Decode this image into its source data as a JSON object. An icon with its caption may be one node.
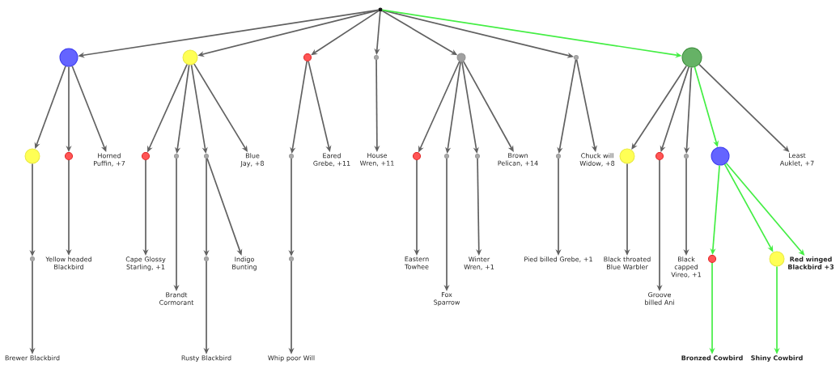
{
  "diagram": {
    "nodes": [
      {
        "text": [],
        "shape": "circle"
      },
      {
        "text": [],
        "shape": "circle"
      },
      {
        "text": [],
        "shape": "circle"
      },
      {
        "text": [],
        "shape": "circle"
      },
      {
        "text": [],
        "shape": "circle"
      },
      {
        "text": [],
        "shape": "circle"
      },
      {
        "text": [],
        "shape": "circle"
      },
      {
        "text": [],
        "shape": "circle"
      },
      {
        "text": [],
        "shape": "circle"
      },
      {
        "text": [],
        "shape": "circle"
      },
      {
        "text": [
          "Horned Puffin, +7"
        ]
      },
      {
        "text": [],
        "shape": "circle"
      },
      {
        "text": [],
        "shape": "circle"
      },
      {
        "text": [],
        "shape": "circle"
      },
      {
        "text": [
          "Blue Jay, +8"
        ]
      },
      {
        "text": [],
        "shape": "circle"
      },
      {
        "text": [
          "Eared Grebe, +11"
        ]
      },
      {
        "text": [
          "House Wren, +11"
        ]
      },
      {
        "text": [],
        "shape": "circle"
      },
      {
        "text": [],
        "shape": "circle"
      },
      {
        "text": [],
        "shape": "circle"
      },
      {
        "text": [
          "Brown Pelican, +14"
        ]
      },
      {
        "text": [],
        "shape": "circle"
      },
      {
        "text": [
          "Chuck will Widow, +8"
        ]
      },
      {
        "text": [],
        "shape": "circle"
      },
      {
        "text": [],
        "shape": "circle"
      },
      {
        "text": [],
        "shape": "circle"
      },
      {
        "text": [],
        "shape": "circle"
      },
      {
        "text": [
          "Least Auklet, +7"
        ]
      },
      {
        "text": [],
        "shape": "circle"
      },
      {
        "text": [
          "Yellow headed Blackbird"
        ]
      },
      {
        "text": [
          "Cape Glossy Starling, +1"
        ]
      },
      {
        "text": [
          "Brandt Cormorant"
        ]
      },
      {
        "text": [],
        "shape": "circle"
      },
      {
        "text": [
          "Indigo Bunting"
        ]
      },
      {
        "text": [],
        "shape": "circle"
      },
      {
        "text": [
          "Eastern Towhee"
        ]
      },
      {
        "text": [
          "Fox Sparrow"
        ]
      },
      {
        "text": [
          "Winter Wren, +1"
        ]
      },
      {
        "text": [
          "Pied billed Grebe, +1"
        ]
      },
      {
        "text": [
          "Black throated Blue Warbler"
        ]
      },
      {
        "text": [
          "Groove billed Ani"
        ]
      },
      {
        "text": [
          "Black capped Vireo, +1"
        ]
      },
      {
        "text": [],
        "shape": "circle"
      },
      {
        "text": [],
        "shape": "circle"
      },
      {
        "text": [
          "Red winged Blackbird +3"
        ]
      },
      {
        "text": [
          "Brewer Blackbird"
        ]
      },
      {
        "text": [
          "Rusty Blackbird"
        ]
      },
      {
        "text": [
          "Whip poor Will"
        ]
      },
      {
        "text": [
          "Bronzed Cowbird"
        ]
      },
      {
        "text": [
          "Shiny Cowbird"
        ]
      }
    ],
    "edges": [
      {
        "from": 0,
        "to": 1,
        "arrow": "to"
      },
      {
        "from": 0,
        "to": 2,
        "arrow": "to"
      },
      {
        "from": 0,
        "to": 3,
        "arrow": "to"
      },
      {
        "from": 0,
        "to": 4,
        "arrow": "to"
      },
      {
        "from": 0,
        "to": 5,
        "arrow": "to"
      },
      {
        "from": 0,
        "to": 6,
        "arrow": "to"
      },
      {
        "from": 0,
        "to": 7,
        "arrow": "to",
        "color": "#44ee44"
      },
      {
        "from": 1,
        "to": 8,
        "arrow": "to"
      },
      {
        "from": 1,
        "to": 9,
        "arrow": "to"
      },
      {
        "from": 1,
        "to": 10,
        "arrow": "to"
      },
      {
        "from": 2,
        "to": 11,
        "arrow": "to"
      },
      {
        "from": 2,
        "to": 12,
        "arrow": "to"
      },
      {
        "from": 2,
        "to": 13,
        "arrow": "to"
      },
      {
        "from": 2,
        "to": 14,
        "arrow": "to"
      },
      {
        "from": 3,
        "to": 15,
        "arrow": "to"
      },
      {
        "from": 3,
        "to": 16,
        "arrow": "to"
      },
      {
        "from": 4,
        "to": 17,
        "arrow": "to"
      },
      {
        "from": 5,
        "to": 18,
        "arrow": "to"
      },
      {
        "from": 5,
        "to": 19,
        "arrow": "to"
      },
      {
        "from": 5,
        "to": 20,
        "arrow": "to"
      },
      {
        "from": 5,
        "to": 21,
        "arrow": "to"
      },
      {
        "from": 6,
        "to": 22,
        "arrow": "to"
      },
      {
        "from": 6,
        "to": 23,
        "arrow": "to"
      },
      {
        "from": 7,
        "to": 24,
        "arrow": "to"
      },
      {
        "from": 7,
        "to": 25,
        "arrow": "to"
      },
      {
        "from": 7,
        "to": 26,
        "arrow": "to"
      },
      {
        "from": 7,
        "to": 27,
        "arrow": "to",
        "color": "#44ee44"
      },
      {
        "from": 7,
        "to": 28,
        "arrow": "to"
      },
      {
        "from": 8,
        "to": 29,
        "arrow": "to"
      },
      {
        "from": 9,
        "to": 30,
        "arrow": "to"
      },
      {
        "from": 11,
        "to": 31,
        "arrow": "to"
      },
      {
        "from": 12,
        "to": 32,
        "arrow": "to"
      },
      {
        "from": 13,
        "to": 33,
        "arrow": "to"
      },
      {
        "from": 13,
        "to": 34,
        "arrow": "to"
      },
      {
        "from": 15,
        "to": 35,
        "arrow": "to"
      },
      {
        "from": 18,
        "to": 36,
        "arrow": "to"
      },
      {
        "from": 19,
        "to": 37,
        "arrow": "to"
      },
      {
        "from": 20,
        "to": 38,
        "arrow": "to"
      },
      {
        "from": 22,
        "to": 39,
        "arrow": "to"
      },
      {
        "from": 24,
        "to": 40,
        "arrow": "to"
      },
      {
        "from": 25,
        "to": 41,
        "arrow": "to"
      },
      {
        "from": 26,
        "to": 42,
        "arrow": "to"
      },
      {
        "from": 27,
        "to": 43,
        "arrow": "to",
        "color": "#44ee44"
      },
      {
        "from": 27,
        "to": 44,
        "arrow": "to",
        "color": "#44ee44"
      },
      {
        "from": 27,
        "to": 45,
        "arrow": "to",
        "color": "#44ee44"
      },
      {
        "from": 29,
        "to": 46,
        "arrow": "to"
      },
      {
        "from": 33,
        "to": 47,
        "arrow": "to"
      },
      {
        "from": 35,
        "to": 48,
        "arrow": "to"
      },
      {
        "from": 43,
        "to": 49,
        "arrow": "to",
        "color": "#44ee44"
      },
      {
        "from": 44,
        "to": 50,
        "arrow": "to",
        "color": "#44ee44"
      }
    ]
  }
}
